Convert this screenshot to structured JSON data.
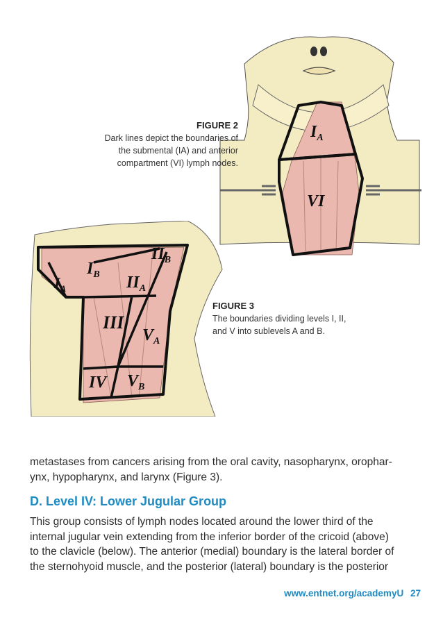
{
  "figure2": {
    "title": "FIGURE 2",
    "caption_lines": [
      "Dark lines depict the boundaries of",
      "the submental (IA) and anterior",
      "compartment (VI) lymph nodes."
    ]
  },
  "figure3": {
    "title": "FIGURE 3",
    "caption_lines": [
      "The boundaries dividing levels I, II,",
      "and V into sublevels A and B."
    ]
  },
  "body": {
    "para1_lines": [
      "metastases from cancers arising from the oral cavity, nasopharynx, oropha­r-",
      "ynx, hypopharynx, and larynx (Figure 3)."
    ],
    "heading": "D. Level IV: Lower Jugular Group",
    "para2_lines": [
      "This group consists of lymph nodes located around the lower third of the",
      "internal jugular vein extending from the inferior border of the cricoid (above)",
      "to the clavicle (below). The anterior (medial) boundary is the lateral border of",
      "the sternohyoid muscle, and the posterior (lateral) boundary is the posterior"
    ]
  },
  "footer": {
    "url": "www.entnet.org/academyU",
    "page": "27"
  },
  "colors": {
    "skin": "#f3ecc2",
    "muscle": "#eab8ae",
    "outline": "#111111",
    "accent": "#1e8bc3"
  }
}
